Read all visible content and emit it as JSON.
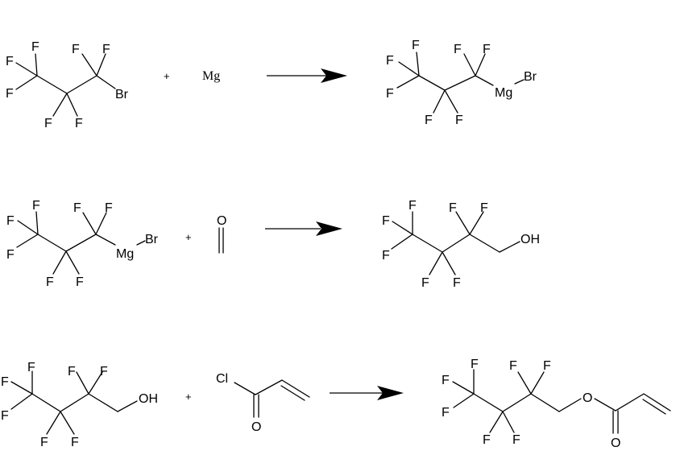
{
  "atoms": {
    "F": "F",
    "Br": "Br",
    "Mg": "Mg",
    "O": "O",
    "OH": "OH",
    "Cl": "Cl"
  },
  "plus": "+",
  "reagent_mg": "Mg",
  "colors": {
    "ink": "#000000",
    "background": "#ffffff"
  },
  "reactions": [
    {
      "reactants": [
        "heptafluoropropyl bromide",
        "Mg"
      ],
      "product": "heptafluoropropylmagnesium bromide"
    },
    {
      "reactants": [
        "heptafluoropropylmagnesium bromide",
        "formaldehyde"
      ],
      "product": "2,2,3,3,4,4,4-heptafluorobutanol"
    },
    {
      "reactants": [
        "2,2,3,3,4,4,4-heptafluorobutanol",
        "acryloyl chloride"
      ],
      "product": "2,2,3,3,4,4,4-heptafluorobutyl acrylate"
    }
  ]
}
